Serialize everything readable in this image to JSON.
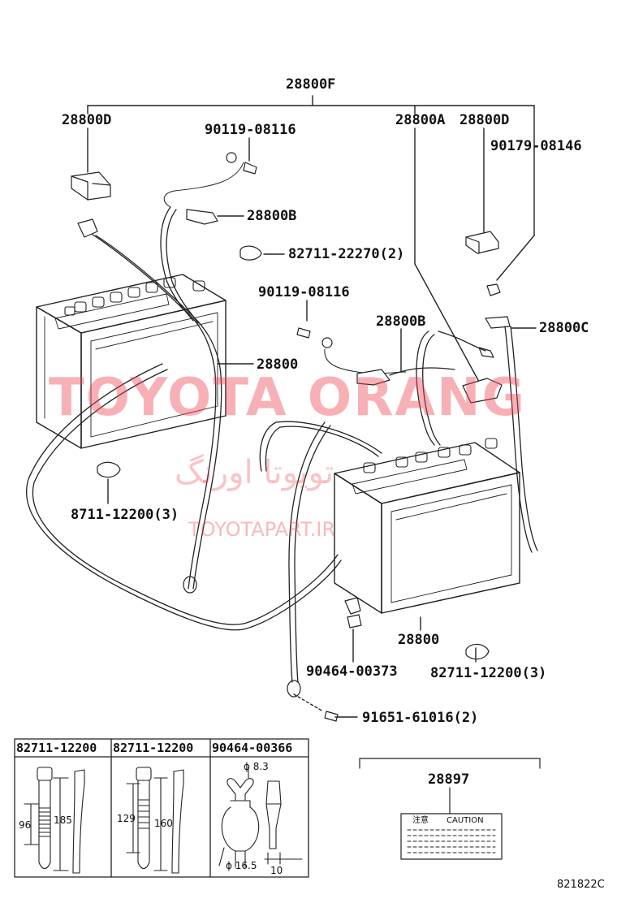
{
  "diagram": {
    "labels": {
      "top_assembly": "28800F",
      "left_d": "28800D",
      "bolt_top": "90119-08116",
      "right_a": "28800A",
      "right_d": "28800D",
      "nut_right": "90179-08146",
      "left_b": "28800B",
      "clamp_top": "82711-22270(2)",
      "bolt_mid": "90119-08116",
      "mid_b": "28800B",
      "right_c": "28800C",
      "left_battery": "28800",
      "clamp_left": "8711-12200(3)",
      "right_battery": "28800",
      "clip": "90464-00373",
      "clamp_right": "82711-12200(3)",
      "screw": "91651-61016(2)",
      "caution_part": "28897"
    },
    "detail_table": {
      "headers": [
        "82711-12200",
        "82711-12200",
        "90464-00366"
      ],
      "dims": {
        "a1": "96",
        "a2": "185",
        "b1": "129",
        "b2": "160",
        "c1": "ϕ 8.3",
        "c2": "ϕ 16.5",
        "c3": "10"
      }
    },
    "caution_label": {
      "jp": "注意",
      "en": "CAUTION"
    },
    "figure_code": "821822C"
  },
  "watermark": {
    "main": "TOYOTA ORANG",
    "persian": "تویوتا اورنگ",
    "url": "TOYOTAPART.IR"
  }
}
